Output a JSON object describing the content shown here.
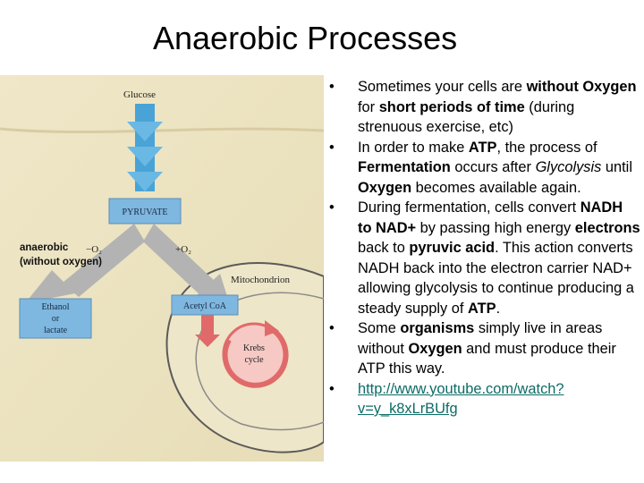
{
  "slide": {
    "title": "Anaerobic Processes"
  },
  "diagram": {
    "glucose": "Glucose",
    "pyruvate": "PYRUVATE",
    "anaerobic_line1": "anaerobic",
    "anaerobic_line2": "(without oxygen)",
    "minus_o2": "−O₂",
    "plus_o2": "+O₂",
    "mitochondrion": "Mitochondrion",
    "ethanol_line1": "Ethanol",
    "ethanol_line2": "or",
    "ethanol_line3": "lactate",
    "acetyl_coa": "Acetyl CoA",
    "krebs_line1": "Krebs",
    "krebs_line2": "cycle",
    "colors": {
      "arrow_blue": "#4aa3d6",
      "box_blue": "#7eb7df",
      "grey_arrow": "#b3b3b3",
      "krebs_red": "#e06a6a"
    }
  },
  "bullets": [
    {
      "parts": [
        {
          "t": "Sometimes your cells are "
        },
        {
          "t": "without Oxygen",
          "b": true
        },
        {
          "t": " for "
        },
        {
          "t": "short periods of time",
          "b": true
        },
        {
          "t": " (during strenuous exercise, etc)"
        }
      ]
    },
    {
      "parts": [
        {
          "t": "In order to make "
        },
        {
          "t": "ATP",
          "b": true
        },
        {
          "t": ", the process of "
        },
        {
          "t": "Fermentation",
          "b": true
        },
        {
          "t": " occurs after "
        },
        {
          "t": "Glycolysis",
          "i": true
        },
        {
          "t": " until "
        },
        {
          "t": "Oxygen",
          "b": true
        },
        {
          "t": " becomes available again."
        }
      ]
    },
    {
      "parts": [
        {
          "t": "During fermentation, cells convert "
        },
        {
          "t": "NADH to NAD+",
          "b": true
        },
        {
          "t": " by passing high energy "
        },
        {
          "t": "electrons",
          "b": true
        },
        {
          "t": " back to "
        },
        {
          "t": "pyruvic acid",
          "b": true
        },
        {
          "t": ".  This action converts NADH back into the electron carrier NAD+ allowing glycolysis to continue producing a steady supply of "
        },
        {
          "t": "ATP",
          "b": true
        },
        {
          "t": "."
        }
      ]
    },
    {
      "parts": [
        {
          "t": "Some "
        },
        {
          "t": "organisms",
          "b": true
        },
        {
          "t": " simply live in areas without "
        },
        {
          "t": "Oxygen",
          "b": true
        },
        {
          "t": " and must produce their ATP this way."
        }
      ]
    },
    {
      "parts": [
        {
          "t": "http://www.youtube.com/watch?v=y_k8xLrBUfg",
          "link": true
        }
      ]
    }
  ]
}
